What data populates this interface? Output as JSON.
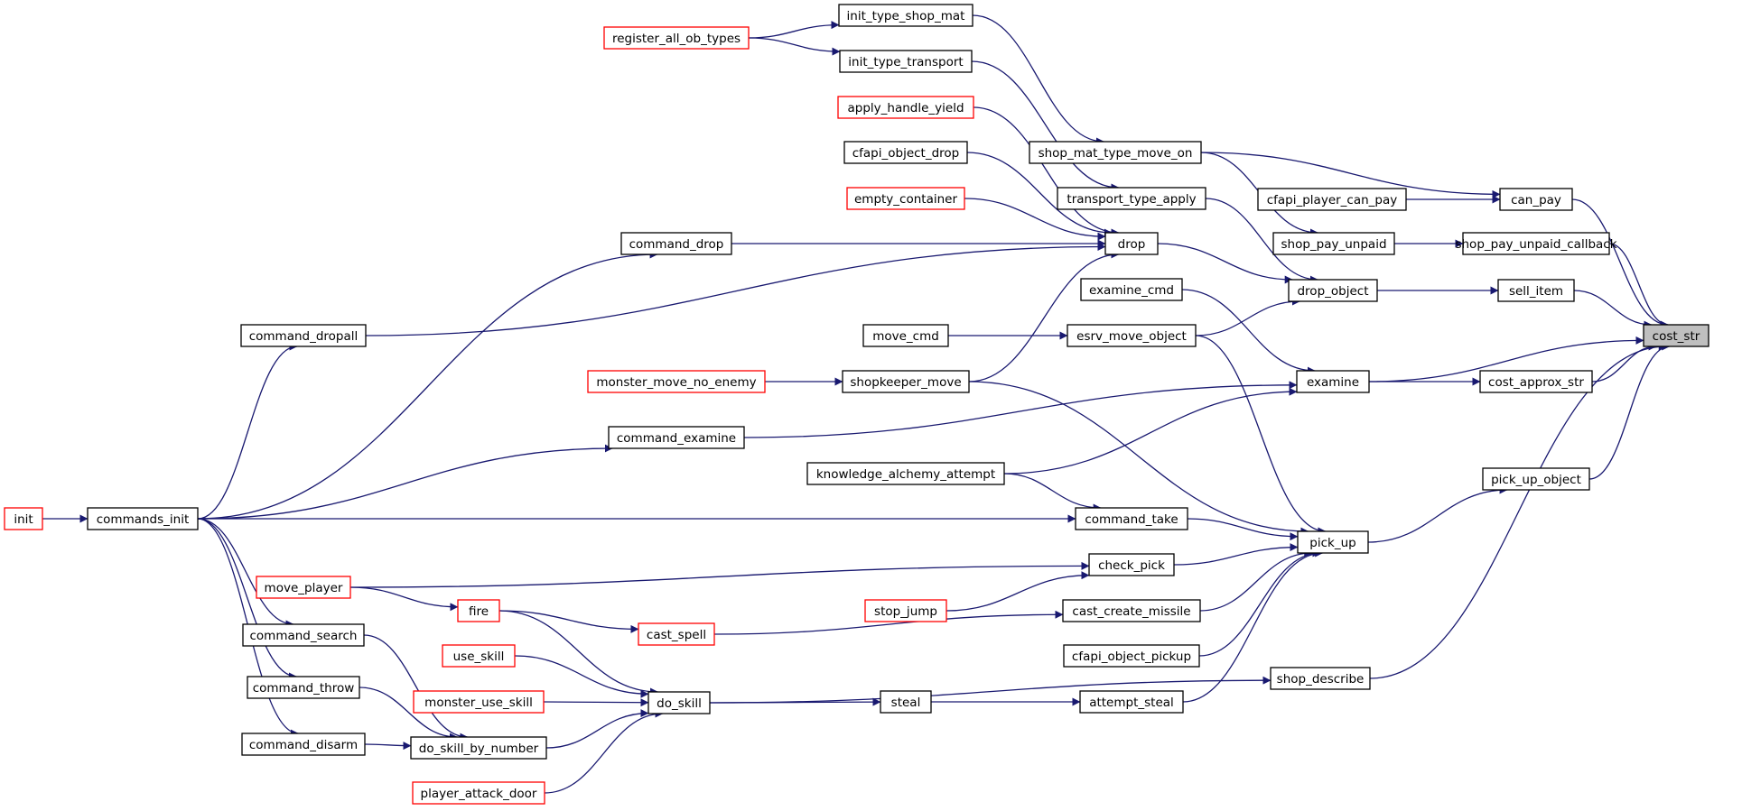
{
  "colors": {
    "edge": "#191970",
    "node_border": "#000000",
    "truncated_border": "#ff0000",
    "focus_fill": "#bfbfbf"
  },
  "nodes": {
    "cost_str": {
      "label": "cost_str",
      "focus": true
    },
    "can_pay": {
      "label": "can_pay"
    },
    "shop_pay_unpaid_callback": {
      "label": "shop_pay_unpaid_callback"
    },
    "sell_item": {
      "label": "sell_item"
    },
    "cost_approx_str": {
      "label": "cost_approx_str"
    },
    "pick_up_object": {
      "label": "pick_up_object"
    },
    "shop_describe": {
      "label": "shop_describe"
    },
    "cfapi_player_can_pay": {
      "label": "cfapi_player_can_pay"
    },
    "shop_pay_unpaid": {
      "label": "shop_pay_unpaid"
    },
    "drop_object": {
      "label": "drop_object"
    },
    "examine": {
      "label": "examine"
    },
    "pick_up": {
      "label": "pick_up"
    },
    "shop_mat_type_move_on": {
      "label": "shop_mat_type_move_on"
    },
    "transport_type_apply": {
      "label": "transport_type_apply"
    },
    "drop": {
      "label": "drop"
    },
    "examine_cmd": {
      "label": "examine_cmd"
    },
    "esrv_move_object": {
      "label": "esrv_move_object"
    },
    "command_take": {
      "label": "command_take"
    },
    "check_pick": {
      "label": "check_pick"
    },
    "cast_create_missile": {
      "label": "cast_create_missile"
    },
    "cfapi_object_pickup": {
      "label": "cfapi_object_pickup"
    },
    "attempt_steal": {
      "label": "attempt_steal"
    },
    "init_type_shop_mat": {
      "label": "init_type_shop_mat"
    },
    "init_type_transport": {
      "label": "init_type_transport"
    },
    "apply_handle_yield": {
      "label": "apply_handle_yield",
      "truncated": true
    },
    "cfapi_object_drop": {
      "label": "cfapi_object_drop"
    },
    "empty_container": {
      "label": "empty_container",
      "truncated": true
    },
    "move_cmd": {
      "label": "move_cmd"
    },
    "shopkeeper_move": {
      "label": "shopkeeper_move"
    },
    "knowledge_alchemy_attempt": {
      "label": "knowledge_alchemy_attempt"
    },
    "stop_jump": {
      "label": "stop_jump",
      "truncated": true
    },
    "steal": {
      "label": "steal"
    },
    "register_all_ob_types": {
      "label": "register_all_ob_types",
      "truncated": true
    },
    "command_drop": {
      "label": "command_drop"
    },
    "command_dropall": {
      "label": "command_dropall"
    },
    "monster_move_no_enemy": {
      "label": "monster_move_no_enemy",
      "truncated": true
    },
    "command_examine": {
      "label": "command_examine"
    },
    "cast_spell": {
      "label": "cast_spell",
      "truncated": true
    },
    "do_skill": {
      "label": "do_skill"
    },
    "fire": {
      "label": "fire",
      "truncated": true
    },
    "use_skill": {
      "label": "use_skill",
      "truncated": true
    },
    "monster_use_skill": {
      "label": "monster_use_skill",
      "truncated": true
    },
    "do_skill_by_number": {
      "label": "do_skill_by_number"
    },
    "player_attack_door": {
      "label": "player_attack_door",
      "truncated": true
    },
    "commands_init": {
      "label": "commands_init"
    },
    "move_player": {
      "label": "move_player",
      "truncated": true
    },
    "command_search": {
      "label": "command_search"
    },
    "command_throw": {
      "label": "command_throw"
    },
    "command_disarm": {
      "label": "command_disarm"
    },
    "init": {
      "label": "init",
      "truncated": true
    }
  },
  "edges": [
    [
      "can_pay",
      "cost_str"
    ],
    [
      "shop_pay_unpaid_callback",
      "cost_str"
    ],
    [
      "sell_item",
      "cost_str"
    ],
    [
      "examine",
      "cost_str"
    ],
    [
      "cost_approx_str",
      "cost_str"
    ],
    [
      "pick_up_object",
      "cost_str"
    ],
    [
      "shop_describe",
      "cost_str"
    ],
    [
      "cfapi_player_can_pay",
      "can_pay"
    ],
    [
      "shop_mat_type_move_on",
      "can_pay"
    ],
    [
      "shop_pay_unpaid",
      "shop_pay_unpaid_callback"
    ],
    [
      "drop_object",
      "sell_item"
    ],
    [
      "examine",
      "cost_approx_str"
    ],
    [
      "pick_up",
      "pick_up_object"
    ],
    [
      "do_skill",
      "shop_describe"
    ],
    [
      "shop_mat_type_move_on",
      "shop_pay_unpaid"
    ],
    [
      "drop",
      "drop_object"
    ],
    [
      "transport_type_apply",
      "drop_object"
    ],
    [
      "esrv_move_object",
      "drop_object"
    ],
    [
      "examine_cmd",
      "examine"
    ],
    [
      "knowledge_alchemy_attempt",
      "examine"
    ],
    [
      "command_examine",
      "examine"
    ],
    [
      "esrv_move_object",
      "pick_up"
    ],
    [
      "shopkeeper_move",
      "pick_up"
    ],
    [
      "command_take",
      "pick_up"
    ],
    [
      "check_pick",
      "pick_up"
    ],
    [
      "cast_create_missile",
      "pick_up"
    ],
    [
      "cfapi_object_pickup",
      "pick_up"
    ],
    [
      "attempt_steal",
      "pick_up"
    ],
    [
      "init_type_shop_mat",
      "shop_mat_type_move_on"
    ],
    [
      "init_type_transport",
      "transport_type_apply"
    ],
    [
      "apply_handle_yield",
      "drop"
    ],
    [
      "cfapi_object_drop",
      "drop"
    ],
    [
      "empty_container",
      "drop"
    ],
    [
      "command_drop",
      "drop"
    ],
    [
      "command_dropall",
      "drop"
    ],
    [
      "shopkeeper_move",
      "drop"
    ],
    [
      "move_cmd",
      "esrv_move_object"
    ],
    [
      "monster_move_no_enemy",
      "shopkeeper_move"
    ],
    [
      "knowledge_alchemy_attempt",
      "command_take"
    ],
    [
      "commands_init",
      "command_take"
    ],
    [
      "move_player",
      "check_pick"
    ],
    [
      "stop_jump",
      "check_pick"
    ],
    [
      "cast_spell",
      "cast_create_missile"
    ],
    [
      "steal",
      "attempt_steal"
    ],
    [
      "do_skill",
      "steal"
    ],
    [
      "register_all_ob_types",
      "init_type_shop_mat"
    ],
    [
      "register_all_ob_types",
      "init_type_transport"
    ],
    [
      "commands_init",
      "command_drop"
    ],
    [
      "commands_init",
      "command_dropall"
    ],
    [
      "commands_init",
      "command_examine"
    ],
    [
      "fire",
      "cast_spell"
    ],
    [
      "fire",
      "do_skill"
    ],
    [
      "use_skill",
      "do_skill"
    ],
    [
      "monster_use_skill",
      "do_skill"
    ],
    [
      "do_skill_by_number",
      "do_skill"
    ],
    [
      "player_attack_door",
      "do_skill"
    ],
    [
      "move_player",
      "fire"
    ],
    [
      "command_search",
      "do_skill_by_number"
    ],
    [
      "command_throw",
      "do_skill_by_number"
    ],
    [
      "command_disarm",
      "do_skill_by_number"
    ],
    [
      "init",
      "commands_init"
    ],
    [
      "commands_init",
      "command_search"
    ],
    [
      "commands_init",
      "command_throw"
    ],
    [
      "commands_init",
      "command_disarm"
    ]
  ]
}
